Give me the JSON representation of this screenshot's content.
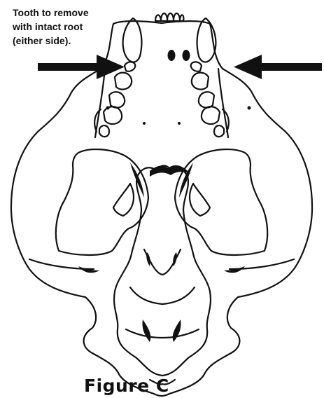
{
  "annotation": {
    "lines": [
      "Tooth to remove",
      "with intact root",
      "(either side)."
    ]
  },
  "figure_label": "Figure C",
  "colors": {
    "ink": "#111111",
    "background": "#ffffff"
  }
}
